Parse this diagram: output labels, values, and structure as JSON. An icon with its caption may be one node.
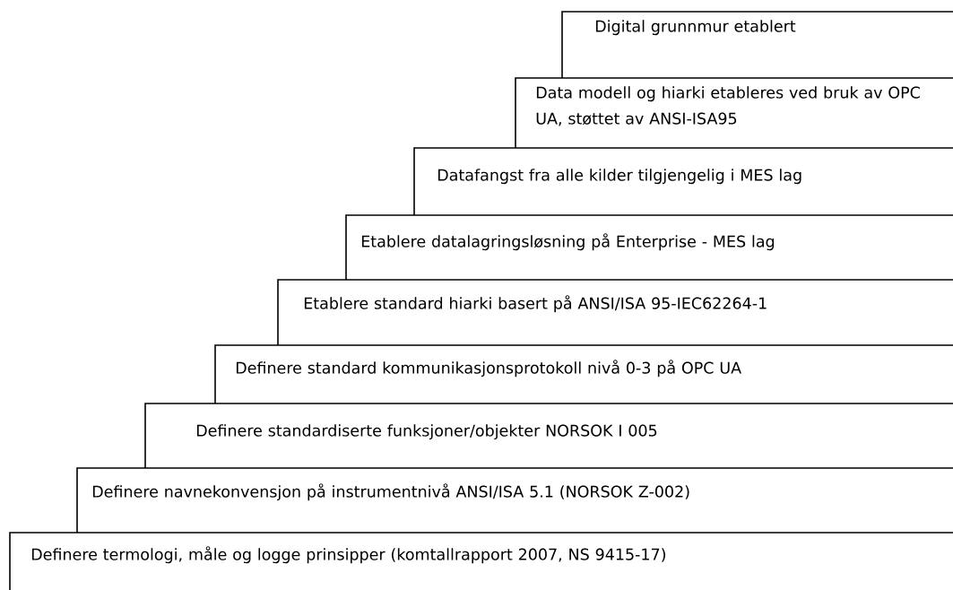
{
  "diagram": {
    "nodes": [
      {
        "text": [
          "Digital grunnmur etablert"
        ]
      },
      {
        "text": [
          "Data modell og hiarki etableres ved bruk av OPC UA, støttet av ANSI-ISA95"
        ]
      },
      {
        "text": [
          "Datafangst fra alle kilder tilgjengelig i MES lag"
        ]
      },
      {
        "text": [
          "Etablere datalagringsløsning på Enterprise - MES lag"
        ]
      },
      {
        "text": [
          "Etablere standard hiarki basert på ANSI/ISA 95-IEC62264-1"
        ]
      },
      {
        "text": [
          "Definere standard kommunikasjonsprotokoll nivå 0-3 på OPC UA"
        ]
      },
      {
        "text": [
          "Definere standardiserte funksjoner/objekter NORSOK I 005"
        ]
      },
      {
        "text": [
          "Definere navnekonvensjon på instrumentnivå ANSI/ISA 5.1 (NORSOK Z-002)"
        ]
      },
      {
        "text": [
          "Definere termologi, måle og logge prinsipper (komtallrapport 2007, NS 9415-17)"
        ]
      }
    ]
  }
}
